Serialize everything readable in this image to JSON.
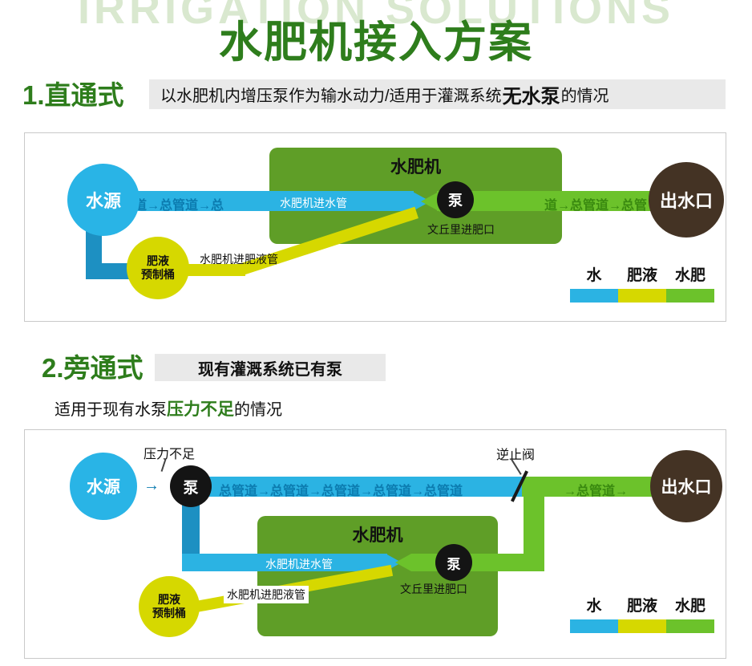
{
  "header": {
    "watermark": "IRRIGATION SOLUTIONS",
    "title": "水肥机接入方案"
  },
  "colors": {
    "title_green": "#2e7d1c",
    "water_blue": "#2bb3e3",
    "fertilizer_yellow": "#d6d800",
    "mix_green": "#6cc22b",
    "machine_green": "#5f9e27",
    "outlet_brown": "#443324",
    "pump_black": "#141414",
    "banner_gray": "#e9e9e9"
  },
  "section1": {
    "heading": "1.直通式",
    "banner": {
      "prefix": "以水肥机内增压泵作为输水动力/适用于灌溉系统",
      "emphasis": "无水泵",
      "suffix": "的情况"
    },
    "diagram": {
      "source_label": "水源",
      "pipe_in_text": "管道→总管道→总",
      "machine_title": "水肥机",
      "inlet_pipe_label": "水肥机进水管",
      "pump_label": "泵",
      "venturi_label": "文丘里进肥口",
      "pipe_out_text": "道→总管道→总管",
      "outlet_label": "出水口",
      "bucket_line1": "肥液",
      "bucket_line2": "预制桶",
      "fert_pipe_label": "水肥机进肥液管",
      "legend": {
        "water": "水",
        "fert": "肥液",
        "mix": "水肥"
      }
    }
  },
  "section2": {
    "heading": "2.旁通式",
    "banner": "现有灌溉系统已有泵",
    "desc": {
      "prefix": "适用于现有水泵",
      "emphasis": "压力不足",
      "suffix": "的情况"
    },
    "diagram": {
      "pressure_label": "压力不足",
      "flow_arrow": "→",
      "source_label": "水源",
      "pump_label": "泵",
      "pipe_main_text": "总管道→总管道→总管道→总管道→总管道",
      "check_valve_label": "逆止阀",
      "pipe_out_text": "→总管道→",
      "outlet_label": "出水口",
      "machine_title": "水肥机",
      "inlet_pipe_label": "水肥机进水管",
      "machine_pump_label": "泵",
      "venturi_label": "文丘里进肥口",
      "bucket_line1": "肥液",
      "bucket_line2": "预制桶",
      "fert_pipe_label": "水肥机进肥液管",
      "legend": {
        "water": "水",
        "fert": "肥液",
        "mix": "水肥"
      }
    }
  }
}
